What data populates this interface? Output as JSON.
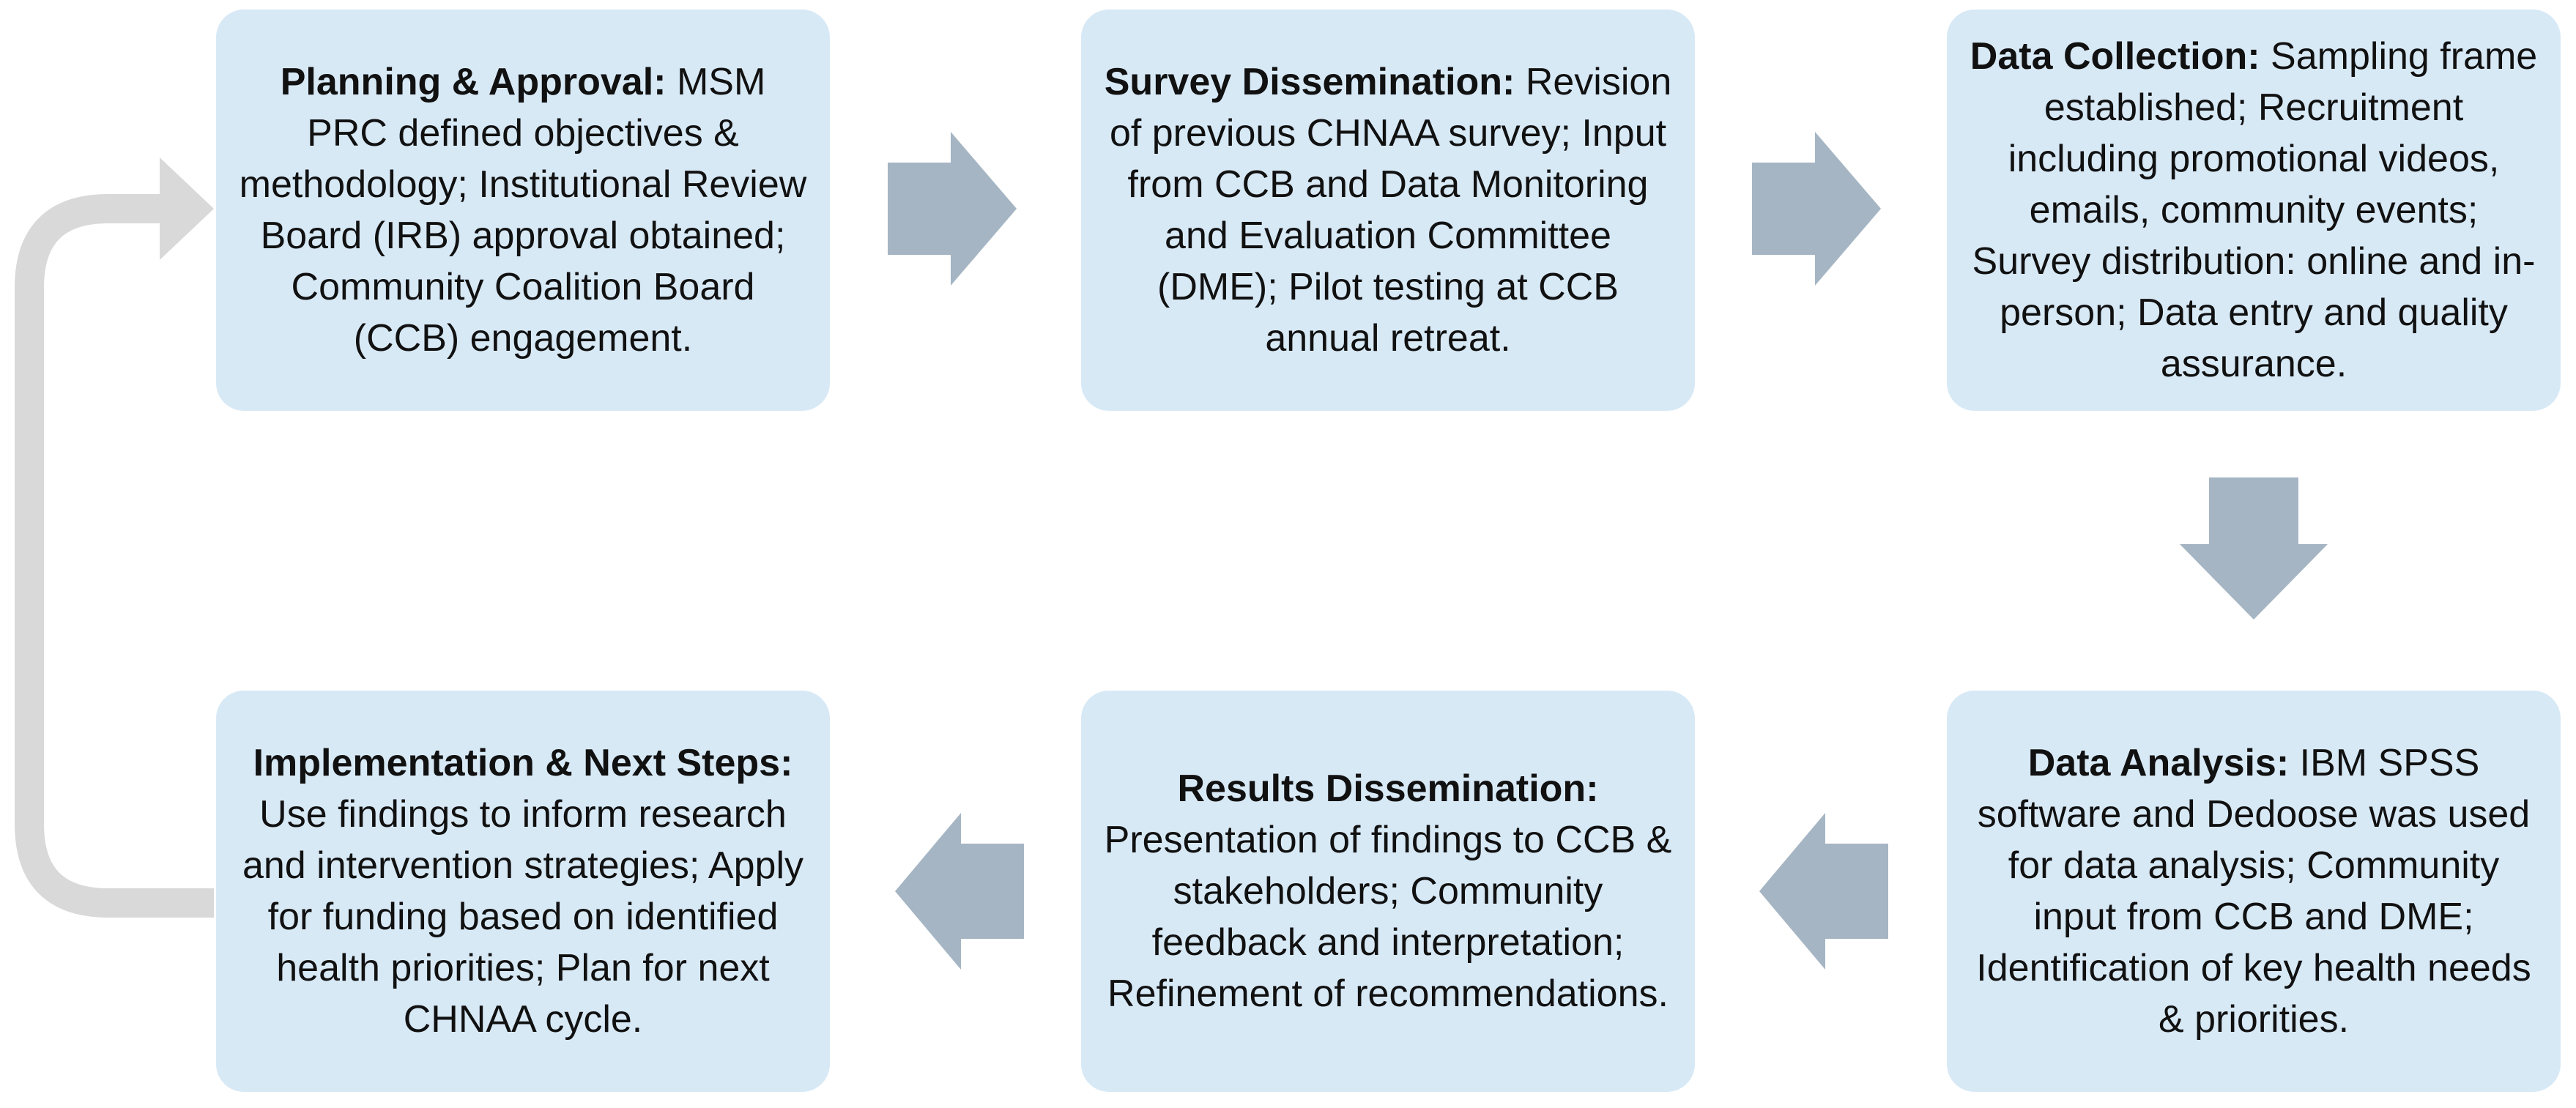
{
  "colors": {
    "box_fill": "#d8e9f6",
    "arrow_fill": "#a5b5c3",
    "loop_arrow": "#d9d9d9",
    "text": "#111111"
  },
  "steps": [
    {
      "title": "Planning & Approval:",
      "body": " MSM PRC defined objectives & methodology; Institutional Review Board (IRB) approval obtained; Community Coalition Board (CCB) engagement."
    },
    {
      "title": "Survey Dissemination:",
      "body": " Revision of previous CHNAA survey; Input from CCB and Data Monitoring and Evaluation Committee (DME); Pilot testing at CCB annual retreat."
    },
    {
      "title": "Data Collection:",
      "body": " Sampling frame established; Recruitment including promotional videos, emails, community events; Survey distribution: online and in-person; Data entry and quality assurance."
    },
    {
      "title": "Data Analysis:",
      "body": " IBM SPSS software and Dedoose was used for data analysis; Community input from CCB and DME; Identification of key health needs & priorities."
    },
    {
      "title": "Results Dissemination:",
      "body": " Presentation of findings to CCB & stakeholders; Community feedback and interpretation; Refinement of recommendations."
    },
    {
      "title": "Implementation & Next Steps:",
      "body": " Use findings to inform research and intervention strategies; Apply for funding based on identified health priorities; Plan for next CHNAA cycle."
    }
  ]
}
